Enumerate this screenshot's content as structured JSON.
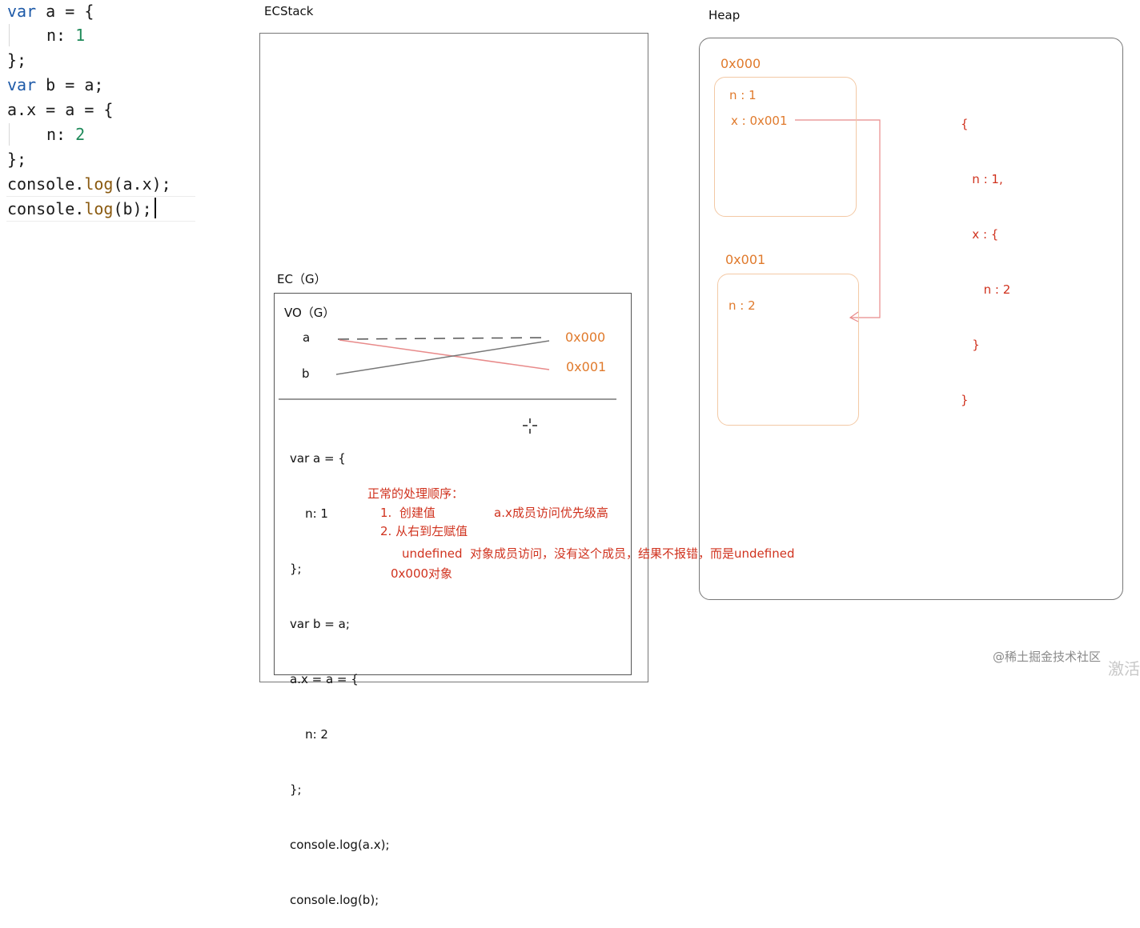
{
  "editor": {
    "line1_kw": "var",
    "line1_rest": " a = {",
    "line2_key": "n: ",
    "line2_num": "1",
    "line3": "};",
    "line4_kw": "var",
    "line4_rest": " b = a;",
    "line5": "a.x = a = {",
    "line6_key": "n: ",
    "line6_num": "2",
    "line7": "};",
    "line8_a": "console.",
    "line8_fn": "log",
    "line8_b": "(a.x);",
    "line9_a": "console.",
    "line9_fn": "log",
    "line9_b": "(b);"
  },
  "ecstack": {
    "title": "ECStack",
    "ec_label": "EC（G）",
    "vo_label": "VO（G）",
    "var_a": "a",
    "var_b": "b",
    "addr_0": "0x000",
    "addr_1": "0x001",
    "program": [
      "var a = {",
      "    n: 1",
      "};",
      "var b = a;",
      "a.x = a = {",
      "    n: 2",
      "};",
      "console.log(a.x);",
      "console.log(b);"
    ],
    "note_order_title": "正常的处理顺序：",
    "note_step1": "1.  创建值",
    "note_priority": "a.x成员访问优先级高",
    "note_step2": "2. 从右到左赋值",
    "note_undefined": "undefined  对象成员访问，没有这个成员，结果不报错，而是undefined",
    "note_b": "0x000对象"
  },
  "heap": {
    "title": "Heap",
    "obj0_addr": "0x000",
    "obj0_n": "n : 1",
    "obj0_x": "x : 0x001",
    "obj1_addr": "0x001",
    "obj1_n": "n : 2",
    "json": [
      "{",
      "   n : 1,",
      "   x : {",
      "      n : 2",
      "   }",
      "}"
    ]
  },
  "watermark": "@稀土掘金技术社区",
  "watermark_partial": "激活",
  "colors": {
    "address": "#e07a2c",
    "annotation": "#d0321e",
    "object_border": "#f3c9a5",
    "keyword": "#1e5aa8",
    "number": "#1f8a5a"
  }
}
